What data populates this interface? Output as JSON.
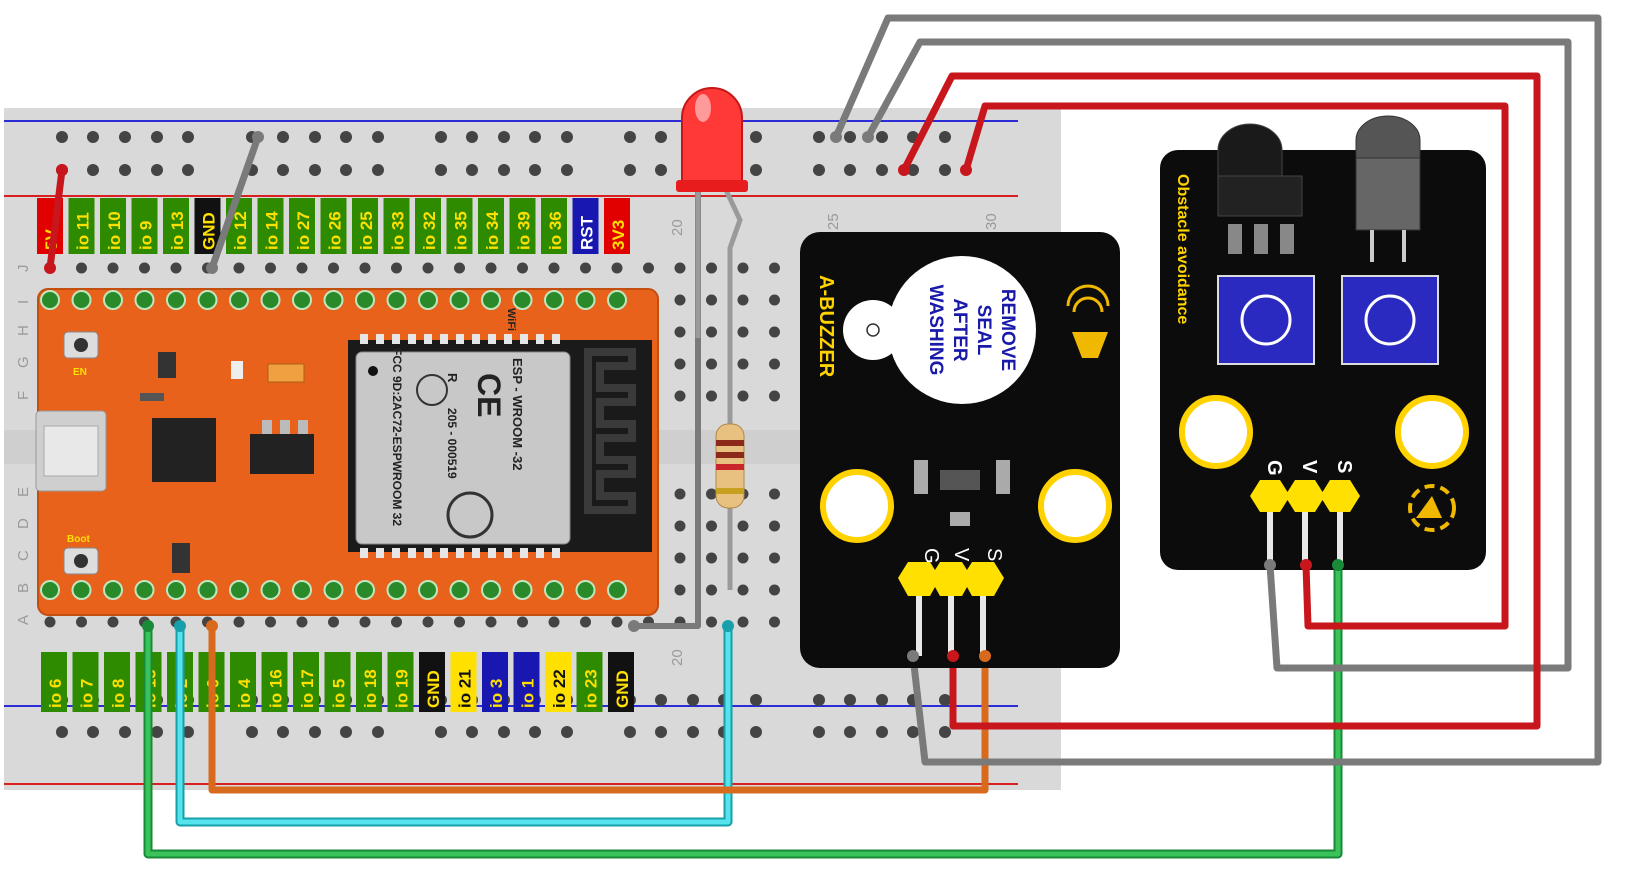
{
  "esp32": {
    "top_pins": [
      "5V",
      "io 11",
      "io 10",
      "io 9",
      "io 13",
      "GND",
      "io 12",
      "io 14",
      "io 27",
      "io 26",
      "io 25",
      "io 33",
      "io 32",
      "io 35",
      "io 34",
      "io 39",
      "io 36",
      "RST",
      "3V3"
    ],
    "bottom_pins": [
      "io 6",
      "io 7",
      "io 8",
      "io 15",
      "io 2",
      "io 0",
      "io 4",
      "io 16",
      "io 17",
      "io 5",
      "io 18",
      "io 19",
      "GND",
      "io 21",
      "io 3",
      "io 1",
      "io 22",
      "io 23",
      "GND"
    ],
    "en_label": "EN",
    "boot_label": "Boot",
    "module": {
      "brand": "WiFi",
      "model": "ESP - WROOM -32",
      "fcc": "FCC 9D:2AC72-ESPWROOM 32",
      "cert_r": "R",
      "cert_num": "205 - 000519",
      "ce": "CE"
    }
  },
  "breadboard": {
    "row_letters_top": [
      "J",
      "I",
      "H",
      "G",
      "F"
    ],
    "row_letters_bottom": [
      "E",
      "D",
      "C",
      "B",
      "A"
    ],
    "col_numbers": [
      "20",
      "25",
      "30"
    ]
  },
  "buzzer": {
    "title": "A-BUZZER",
    "seal_text": [
      "REMOVE",
      "SEAL",
      "AFTER",
      "WASHING"
    ],
    "pins": [
      "G",
      "V",
      "S"
    ]
  },
  "obstacle": {
    "title": "Obstacle avoidance",
    "pins": [
      "G",
      "V",
      "S"
    ]
  },
  "colors": {
    "board": "#e8621c",
    "wire_red": "#c8161d",
    "wire_gray": "#808080",
    "wire_green": "#22b14c",
    "wire_cyan": "#3fd3e0",
    "wire_orange": "#d86a1e",
    "label_green": "#2e8b00",
    "label_blue": "#1818b0",
    "label_red": "#e00000",
    "label_black": "#111111"
  }
}
